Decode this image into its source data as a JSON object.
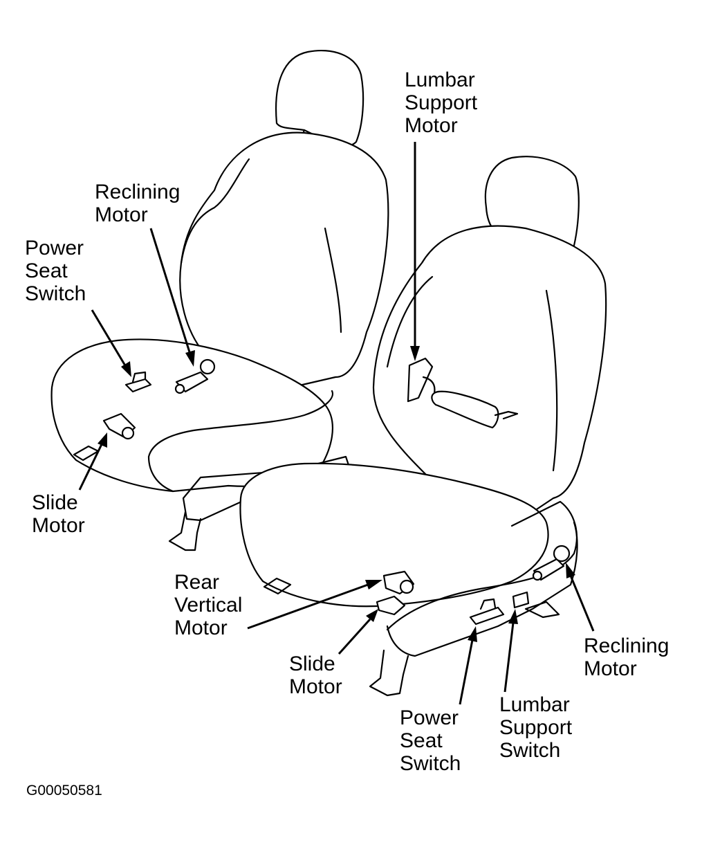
{
  "labels": {
    "lumbar_motor": [
      "Lumbar",
      "Support",
      "Motor"
    ],
    "reclining_motor_left": [
      "Reclining",
      "Motor"
    ],
    "power_switch_left": [
      "Power",
      "Seat",
      "Switch"
    ],
    "slide_motor_left": [
      "Slide",
      "Motor"
    ],
    "rear_vertical_motor": [
      "Rear",
      "Vertical",
      "Motor"
    ],
    "slide_motor_right": [
      "Slide",
      "Motor"
    ],
    "power_switch_right": [
      "Power",
      "Seat",
      "Switch"
    ],
    "lumbar_switch": [
      "Lumbar",
      "Support",
      "Switch"
    ],
    "reclining_motor_right": [
      "Reclining",
      "Motor"
    ]
  },
  "figure_id": "G00050581",
  "colors": {
    "ink": "#000000",
    "paper": "#ffffff"
  }
}
